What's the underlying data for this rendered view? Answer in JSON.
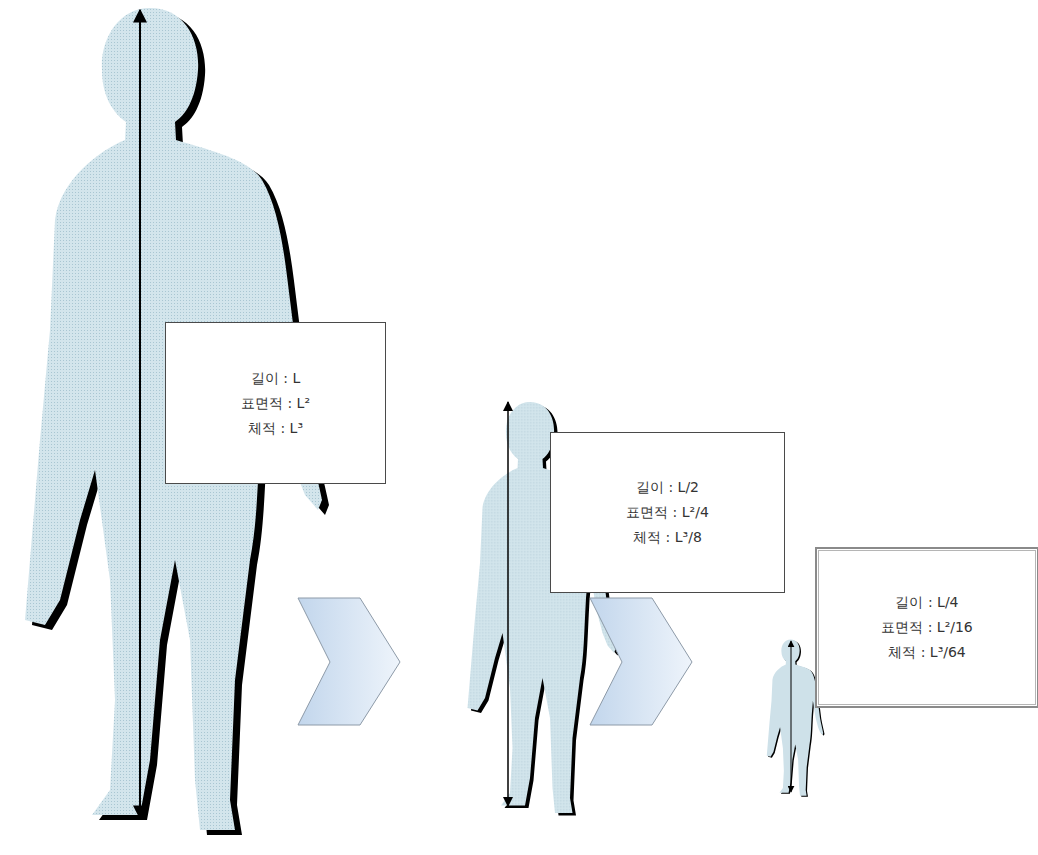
{
  "diagram": {
    "nodes": [
      {
        "text": [
          "길이 : L",
          "표면적 : L²",
          "체적 : L³"
        ]
      },
      {
        "text": [
          "길이 : L/2",
          "표면적 : L²/4",
          "체적 : L³/8"
        ]
      },
      {
        "text": [
          "길이 : L/4",
          "표면적 : L²/16",
          "체적 : L³/64"
        ]
      }
    ]
  }
}
